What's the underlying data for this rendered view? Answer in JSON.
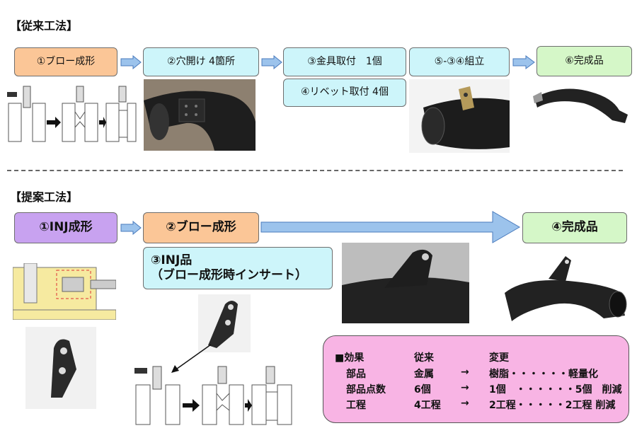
{
  "conventional": {
    "heading": "【従来工法】",
    "steps": {
      "blow": "①ブロー成形",
      "holes": "②穴開け 4箇所",
      "bracket": "③金具取付　1個",
      "rivet": "④リベット取付 4個",
      "assembly": "⑤-③④組立",
      "finished": "⑥完成品"
    }
  },
  "proposed": {
    "heading": "【提案工法】",
    "steps": {
      "inj": "①INJ成形",
      "blow": "②ブロー成形",
      "inj_part_line1": "③INJ品",
      "inj_part_line2": "（ブロー成形時インサート）",
      "finished": "④完成品"
    }
  },
  "summary": {
    "header": [
      "■効果",
      "従来",
      "変更"
    ],
    "rows": [
      {
        "label": "部品",
        "before": "金属",
        "arrow": "→",
        "after": "樹脂・・・・・・軽量化"
      },
      {
        "label": "部品点数",
        "before": "6個",
        "arrow": "→",
        "after": "1個　・・・・・・5個　削減"
      },
      {
        "label": "工程",
        "before": "4工程",
        "arrow": "→",
        "after": "2工程・・・・・2工程 削減"
      }
    ]
  },
  "colors": {
    "orange_box": "#fbc697",
    "cyan_box": "#cdf5fa",
    "green_box": "#d5f7c8",
    "purple_box": "#c8a2f0",
    "summary_box": "#f8b4e4",
    "flow_arrow": "#9cc3ec"
  }
}
